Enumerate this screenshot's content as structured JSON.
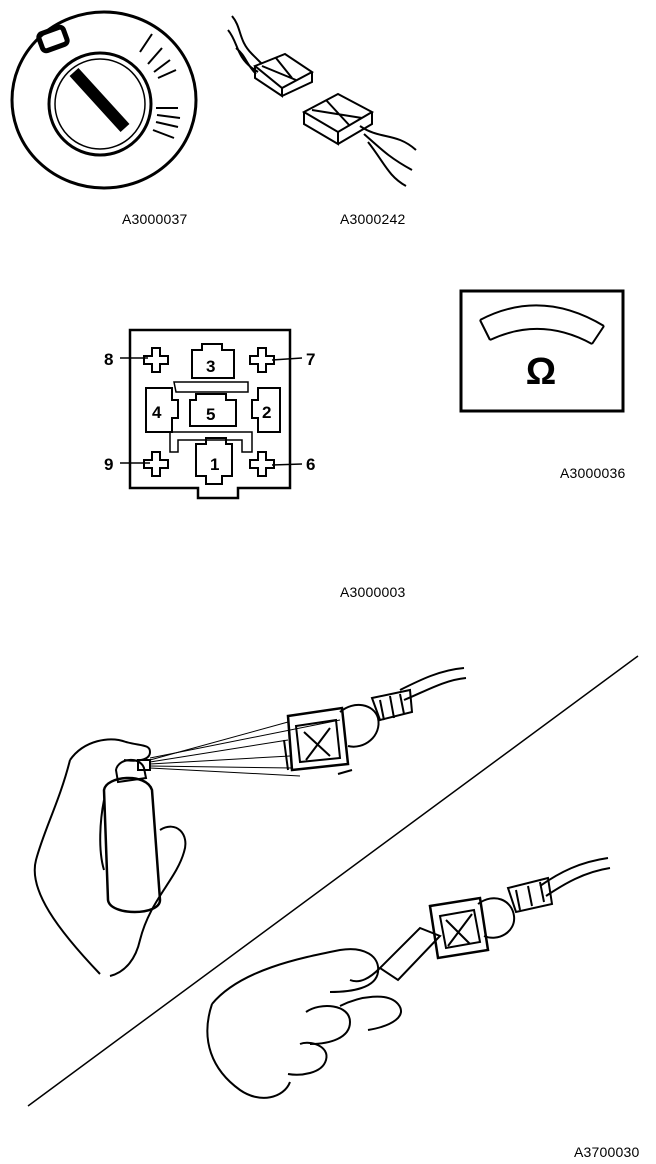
{
  "figures": {
    "switch": {
      "caption": "A3000037"
    },
    "connector_pair": {
      "caption": "A3000242"
    },
    "pin_diagram": {
      "caption": "A3000003",
      "pins": [
        "1",
        "2",
        "3",
        "4",
        "5",
        "6",
        "7",
        "8",
        "9"
      ]
    },
    "ohmmeter": {
      "caption": "A3000036",
      "symbol": "Ω"
    },
    "spray_cleaning": {
      "caption": "A3700030"
    }
  }
}
